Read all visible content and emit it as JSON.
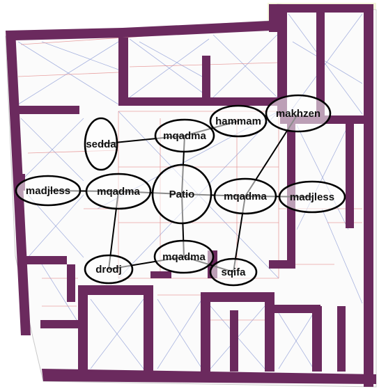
{
  "diagram": {
    "colors": {
      "wall": "#6b2a5e",
      "red_line": "#e07a7a",
      "blue_line": "#8c9bd6",
      "ellipse_stroke": "#000000",
      "ellipse_fill": "#ffffff",
      "outer_tint": "#f4f6dc"
    },
    "nodes": [
      {
        "id": "patio",
        "label": "Patio"
      },
      {
        "id": "mqadma-top",
        "label": "mqadma"
      },
      {
        "id": "mqadma-left",
        "label": "mqadma"
      },
      {
        "id": "mqadma-right",
        "label": "mqadma"
      },
      {
        "id": "mqadma-bottom",
        "label": "mqadma"
      },
      {
        "id": "sedda",
        "label": "sedda"
      },
      {
        "id": "hammam",
        "label": "hammam"
      },
      {
        "id": "makhzen",
        "label": "makhzen"
      },
      {
        "id": "madjless-left",
        "label": "madjless"
      },
      {
        "id": "madjless-right",
        "label": "madjless"
      },
      {
        "id": "drodj",
        "label": "drodj"
      },
      {
        "id": "sqifa",
        "label": "sqifa"
      }
    ],
    "edges": [
      {
        "from": "patio",
        "to": "mqadma-top"
      },
      {
        "from": "patio",
        "to": "mqadma-left"
      },
      {
        "from": "patio",
        "to": "mqadma-right"
      },
      {
        "from": "patio",
        "to": "mqadma-bottom"
      },
      {
        "from": "mqadma-top",
        "to": "sedda"
      },
      {
        "from": "mqadma-top",
        "to": "hammam"
      },
      {
        "from": "mqadma-left",
        "to": "madjless-left"
      },
      {
        "from": "mqadma-left",
        "to": "drodj"
      },
      {
        "from": "mqadma-right",
        "to": "madjless-right"
      },
      {
        "from": "mqadma-right",
        "to": "makhzen"
      },
      {
        "from": "mqadma-right",
        "to": "sqifa"
      },
      {
        "from": "mqadma-bottom",
        "to": "drodj"
      },
      {
        "from": "mqadma-bottom",
        "to": "sqifa"
      }
    ]
  }
}
